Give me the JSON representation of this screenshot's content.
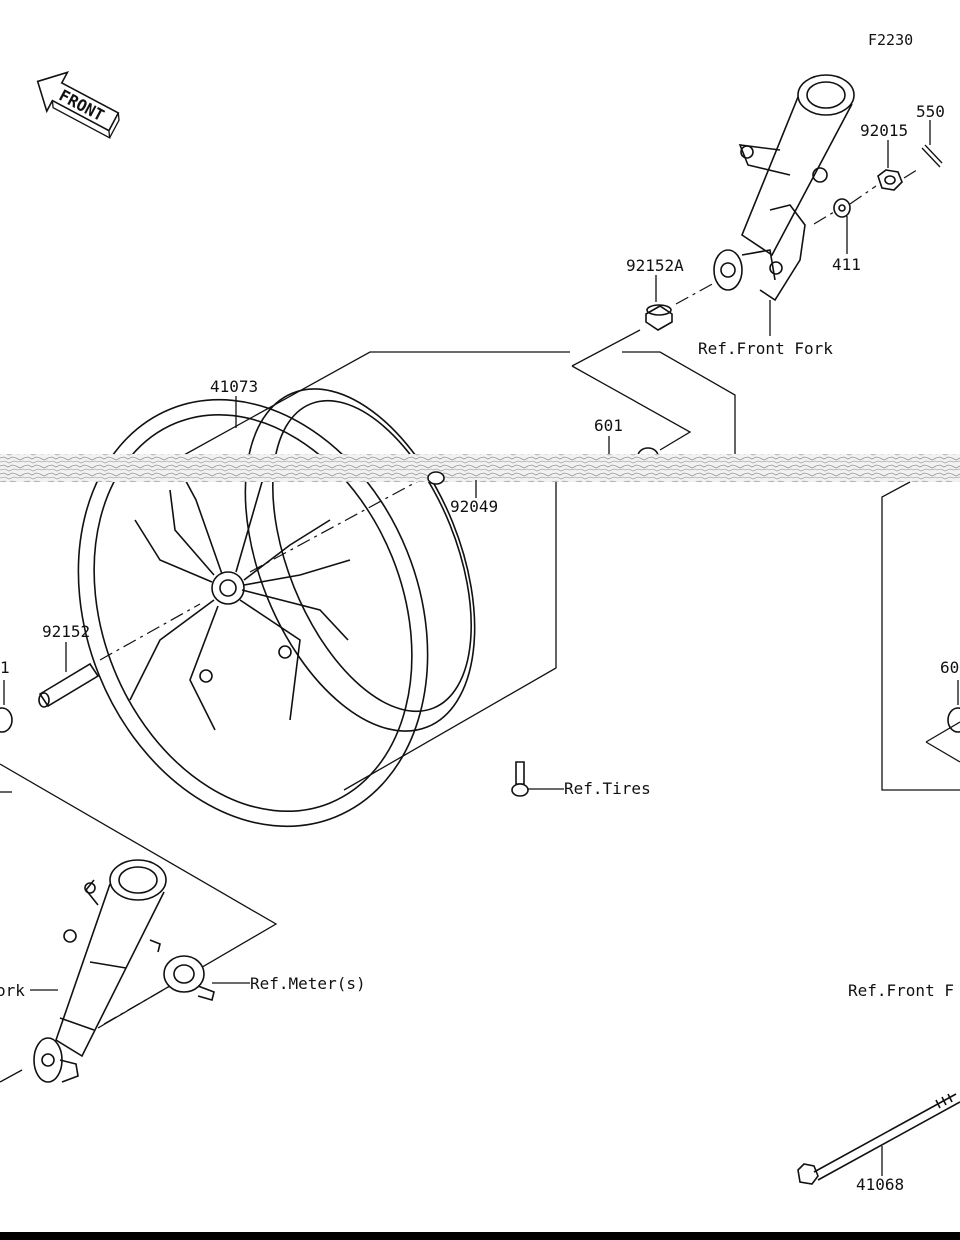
{
  "figure_code": "F2230",
  "front_arrow_label": "FRONT",
  "parts": {
    "p550": "550",
    "p92015": "92015",
    "p411": "411",
    "p92152A": "92152A",
    "p41073": "41073",
    "p601_top": "601",
    "p92049": "92049",
    "p92152": "92152",
    "p601_left": "1",
    "p601_right": "60",
    "p41068": "41068"
  },
  "references": {
    "front_fork_top": "Ref.Front Fork",
    "tires": "Ref.Tires",
    "meters": "Ref.Meter(s)",
    "front_fork_left": "ork",
    "front_fork_right": "Ref.Front F"
  },
  "colors": {
    "line": "#111111",
    "background": "#ffffff",
    "bottom_bar": "#000000"
  }
}
